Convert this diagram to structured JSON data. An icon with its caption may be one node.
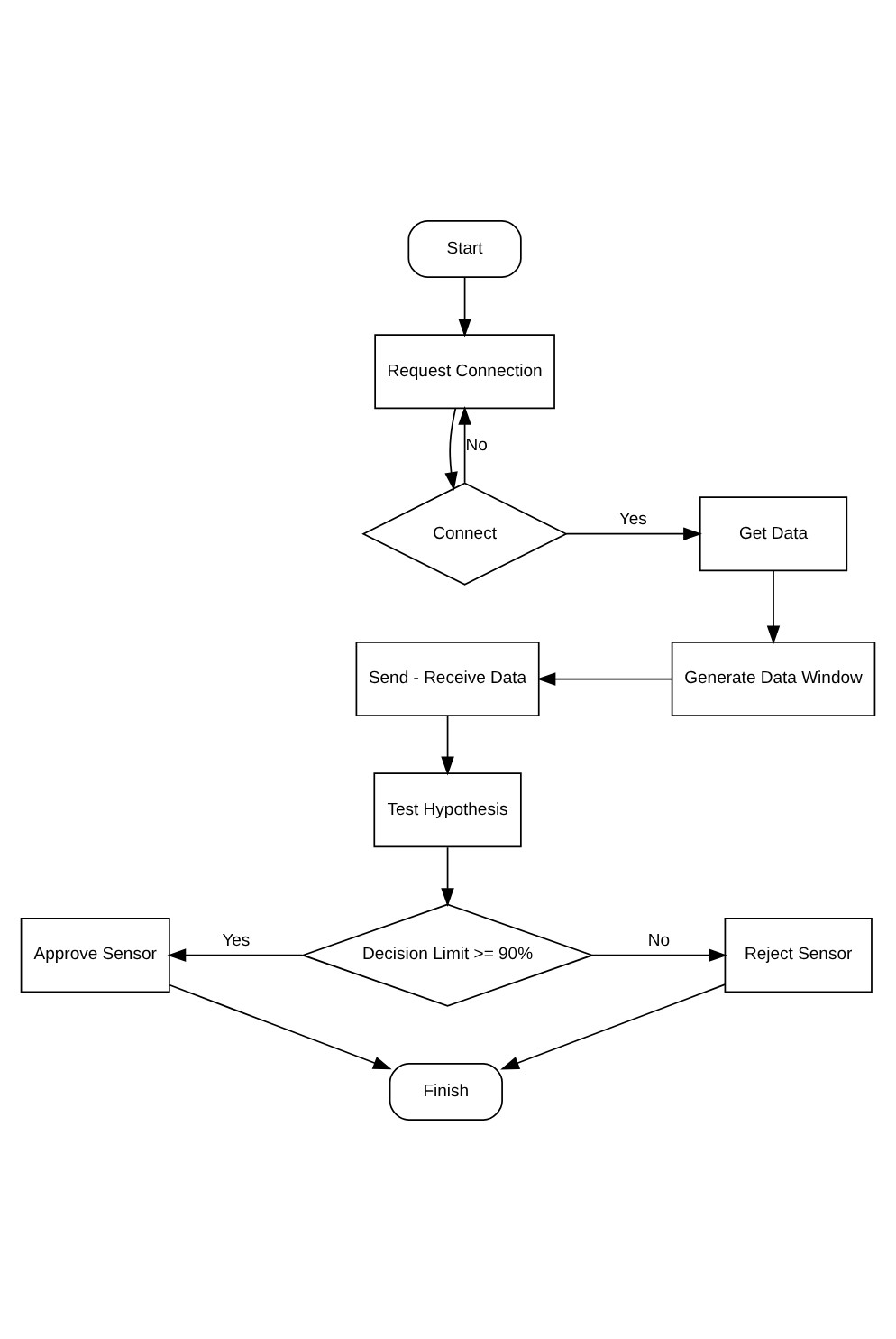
{
  "diagram": {
    "nodes": [
      {
        "text": [
          "Start"
        ]
      },
      {
        "text": [
          "Request Connection"
        ]
      },
      {
        "text": [
          "Connect"
        ]
      },
      {
        "text": [
          "Get Data"
        ]
      },
      {
        "text": [
          "Generate Data Window"
        ]
      },
      {
        "text": [
          "Send - Receive Data"
        ]
      },
      {
        "text": [
          "Test Hypothesis"
        ]
      },
      {
        "text": [
          "Decision Limit >= 90%"
        ]
      },
      {
        "text": [
          "Approve Sensor"
        ]
      },
      {
        "text": [
          "Reject Sensor"
        ]
      },
      {
        "text": [
          "Finish"
        ]
      }
    ],
    "edges": [
      {
        "from": 0,
        "to": 1,
        "arrow": "to"
      },
      {
        "from": 1,
        "to": 2,
        "arrow": "to"
      },
      {
        "from": 2,
        "to": 1,
        "arrow": "to",
        "label": "No"
      },
      {
        "from": 2,
        "to": 3,
        "arrow": "to",
        "label": "Yes"
      },
      {
        "from": 3,
        "to": 4,
        "arrow": "to"
      },
      {
        "from": 4,
        "to": 5,
        "arrow": "to"
      },
      {
        "from": 5,
        "to": 6,
        "arrow": "to"
      },
      {
        "from": 6,
        "to": 7,
        "arrow": "to"
      },
      {
        "from": 7,
        "to": 8,
        "arrow": "to",
        "label": "Yes"
      },
      {
        "from": 7,
        "to": 9,
        "arrow": "to",
        "label": "No"
      },
      {
        "from": 8,
        "to": 10,
        "arrow": "to"
      },
      {
        "from": 9,
        "to": 10,
        "arrow": "to"
      }
    ]
  }
}
